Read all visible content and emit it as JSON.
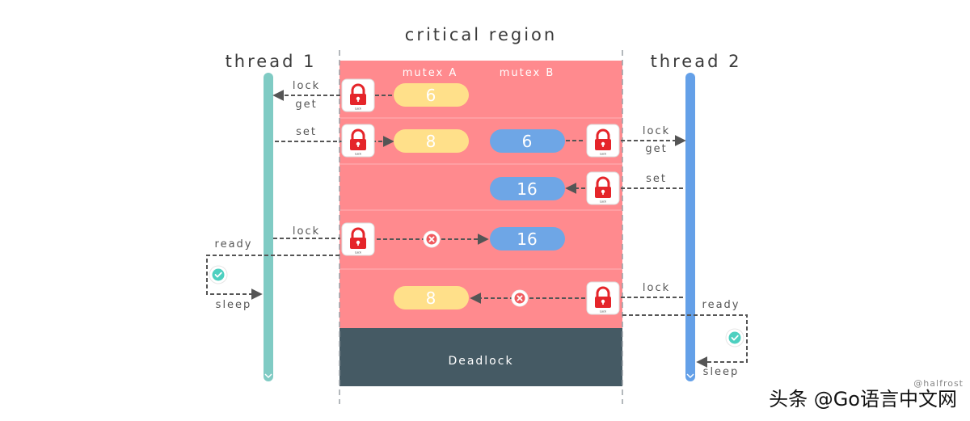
{
  "diagram": {
    "title": "critical region",
    "thread1_label": "thread 1",
    "thread2_label": "thread 2",
    "mutex_a_label": "mutex A",
    "mutex_b_label": "mutex B",
    "deadlock_label": "Deadlock",
    "author": "@halfrost",
    "watermark": "头条 @Go语言中文网",
    "lock_icon_caption": "Lock",
    "rows": [
      {
        "left_labels": [
          "lock",
          "get"
        ],
        "mutex_a_value": "6"
      },
      {
        "left_labels": [
          "set"
        ],
        "mutex_a_value": "8",
        "mutex_b_value": "6",
        "right_labels": [
          "lock",
          "get"
        ]
      },
      {
        "mutex_b_value": "16",
        "right_labels": [
          "set"
        ]
      },
      {
        "left_labels": [
          "lock"
        ],
        "mutex_b_value": "16",
        "side_labels": [
          "ready",
          "sleep"
        ]
      },
      {
        "mutex_a_value": "8",
        "right_labels": [
          "lock"
        ],
        "side_labels": [
          "ready",
          "sleep"
        ]
      }
    ],
    "colors": {
      "region": "#ff8a8e",
      "deadlock": "#455a64",
      "thread1": "#80cbc4",
      "thread2": "#64a0e8",
      "mutex_a": "#ffe08a",
      "mutex_b": "#6ea6e6",
      "lock": "#e5252a",
      "check": "#4dd0c0"
    }
  }
}
